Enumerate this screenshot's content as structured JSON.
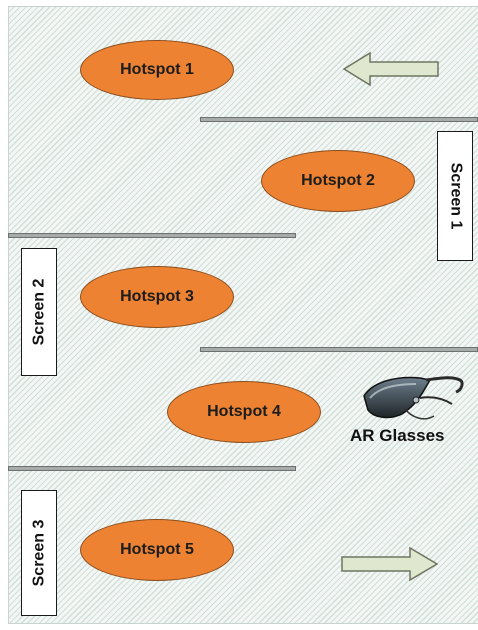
{
  "hotspots": [
    {
      "id": 1,
      "label": "Hotspot 1"
    },
    {
      "id": 2,
      "label": "Hotspot 2"
    },
    {
      "id": 3,
      "label": "Hotspot 3"
    },
    {
      "id": 4,
      "label": "Hotspot 4"
    },
    {
      "id": 5,
      "label": "Hotspot 5"
    }
  ],
  "screens": [
    {
      "id": 1,
      "label": "Screen 1"
    },
    {
      "id": 2,
      "label": "Screen 2"
    },
    {
      "id": 3,
      "label": "Screen 3"
    }
  ],
  "device": {
    "label": "AR Glasses",
    "icon": "ar-glasses-icon"
  },
  "arrows": [
    {
      "direction": "left",
      "icon": "arrow-left-icon"
    },
    {
      "direction": "right",
      "icon": "arrow-right-icon"
    }
  ],
  "colors": {
    "hotspot_fill": "#ee8233",
    "wall": "#a7aba9",
    "arrow_fill": "#dfe7cf",
    "background_hatch": "#cfe0d8"
  }
}
